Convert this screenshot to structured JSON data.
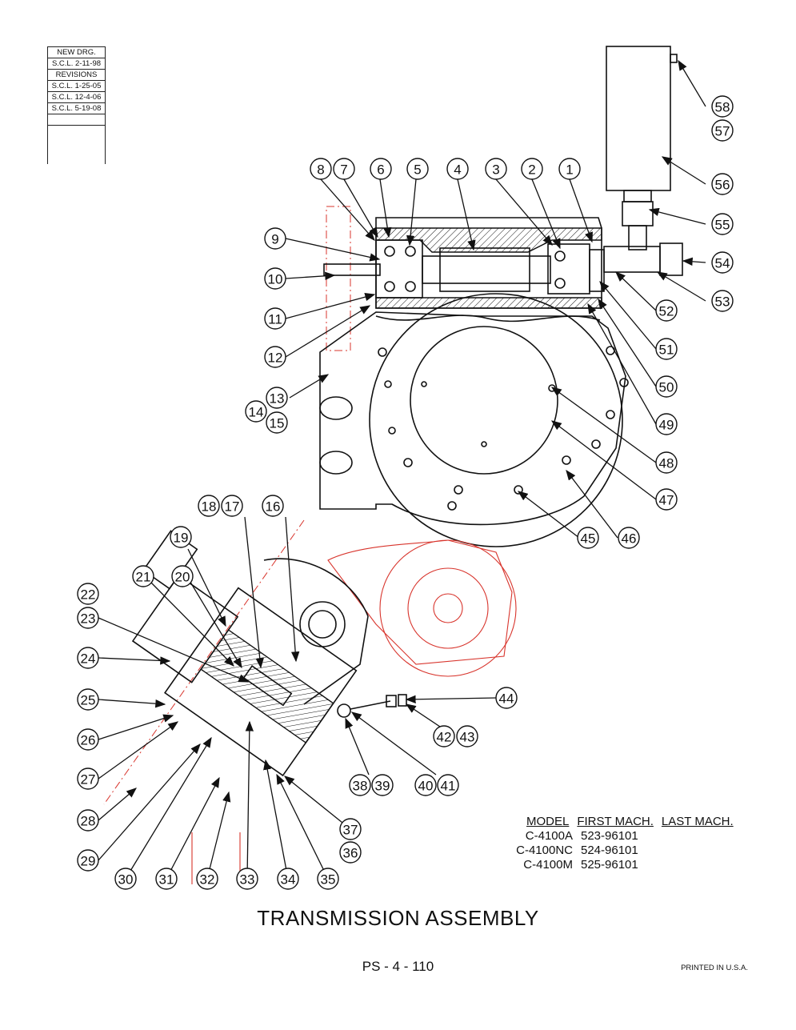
{
  "revision_box": {
    "rows": [
      "NEW DRG.",
      "S.C.L. 2-11-98",
      "REVISIONS",
      "S.C.L. 1-25-05",
      "S.C.L. 12-4-06",
      "S.C.L. 5-19-08"
    ]
  },
  "callouts": [
    "1",
    "2",
    "3",
    "4",
    "5",
    "6",
    "7",
    "8",
    "9",
    "10",
    "11",
    "12",
    "13",
    "14",
    "15",
    "16",
    "17",
    "18",
    "19",
    "20",
    "21",
    "22",
    "23",
    "24",
    "25",
    "26",
    "27",
    "28",
    "29",
    "30",
    "31",
    "32",
    "33",
    "34",
    "35",
    "36",
    "37",
    "38",
    "39",
    "40",
    "41",
    "42",
    "43",
    "44",
    "45",
    "46",
    "47",
    "48",
    "49",
    "50",
    "51",
    "52",
    "53",
    "54",
    "55",
    "56",
    "57",
    "58"
  ],
  "model_table": {
    "headers": [
      "MODEL",
      "FIRST MACH.",
      "LAST MACH."
    ],
    "rows": [
      {
        "model": "C-4100A",
        "first": "523-96101"
      },
      {
        "model": "C-4100NC",
        "first": "524-96101"
      },
      {
        "model": "C-4100M",
        "first": "525-96101"
      }
    ]
  },
  "title": "TRANSMISSION ASSEMBLY",
  "page_number": "PS - 4 - 110",
  "printed": "PRINTED IN U.S.A.",
  "colors": {
    "line": "#111111",
    "phantom": "#d8342c"
  }
}
